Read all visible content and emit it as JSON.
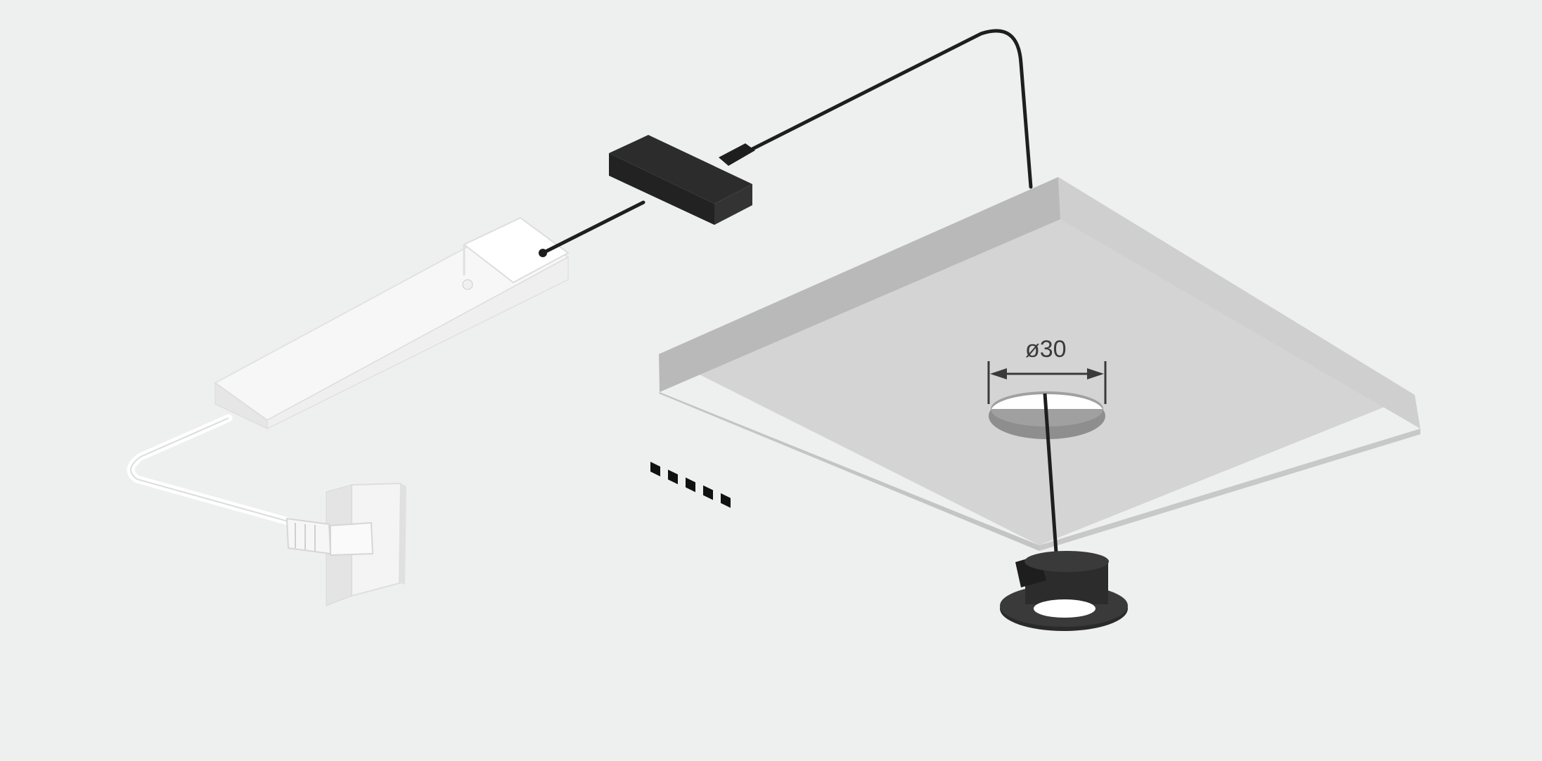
{
  "diagram": {
    "hole_dimension_label": "ø30",
    "colors": {
      "background": "#eef0ef",
      "panel_top": "#d4d4d4",
      "panel_front": "#c8c8c8",
      "panel_side": "#dcdcdc",
      "driver_white": "#f6f6f6",
      "hub_black": "#2a2a2a",
      "cable": "#1e1e1e",
      "dimension_line": "#3a3a3a"
    },
    "components": {
      "wall_socket": "wall-socket",
      "power_plug": "power-plug",
      "led_driver": "led-driver",
      "distributor_hub": "distributor-hub",
      "connector_plug": "connector-plug",
      "cabinet_panel": "cabinet-panel",
      "recessed_spotlight": "recessed-spotlight"
    }
  }
}
